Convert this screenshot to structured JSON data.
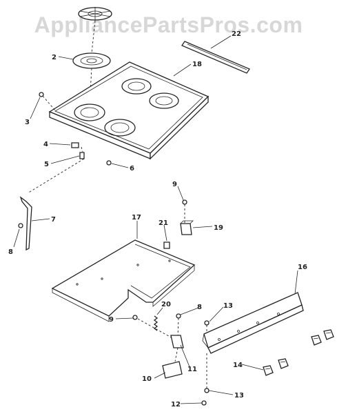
{
  "watermark": "AppliancePartsPros.com",
  "callouts": {
    "c22": "22",
    "c2": "2",
    "c18": "18",
    "c3": "3",
    "c4": "4",
    "c5": "5",
    "c6": "6",
    "c9a": "9",
    "c7": "7",
    "c8a": "8",
    "c17": "17",
    "c21": "21",
    "c19": "19",
    "c16": "16",
    "c20": "20",
    "c8b": "8",
    "c13a": "13",
    "c9b": "9",
    "c11": "11",
    "c14": "14",
    "c10": "10",
    "c13b": "13",
    "c12": "12"
  }
}
